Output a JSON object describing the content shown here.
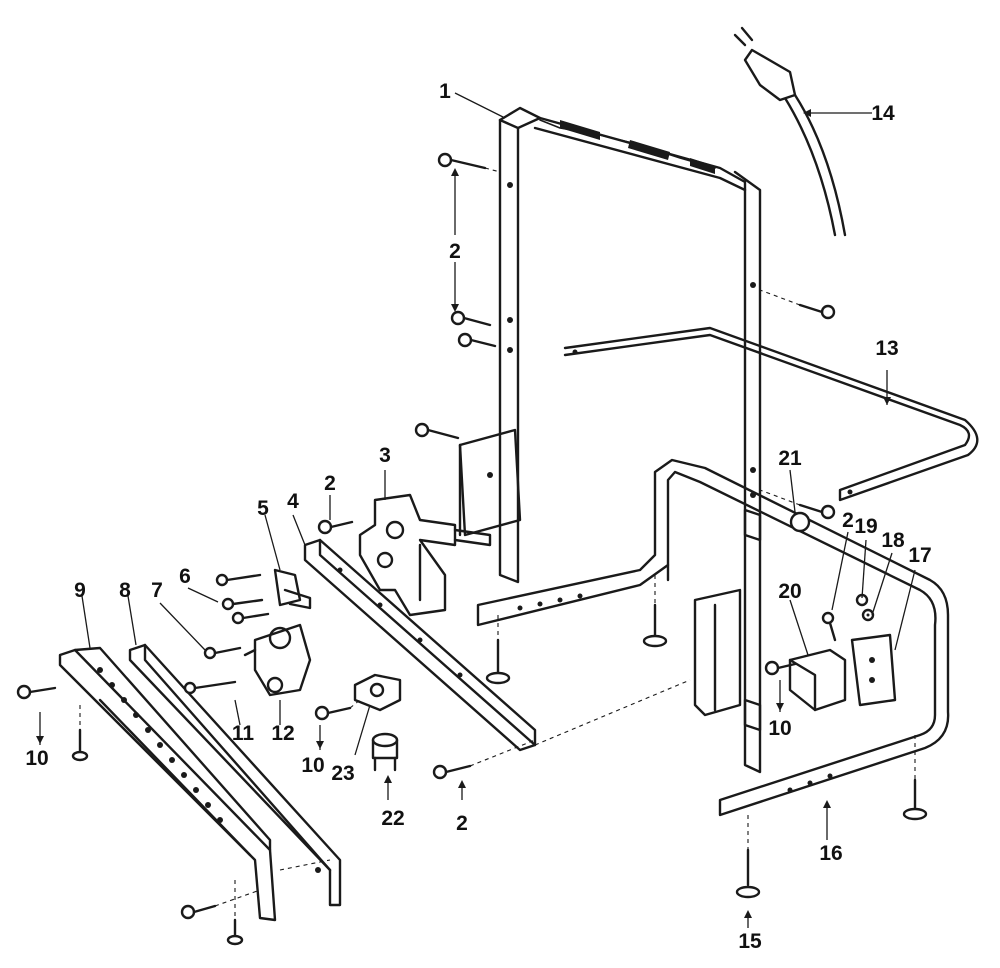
{
  "diagram": {
    "callouts": [
      "1",
      "2",
      "2",
      "2",
      "2",
      "2",
      "3",
      "4",
      "5",
      "6",
      "7",
      "8",
      "9",
      "10",
      "10",
      "10",
      "11",
      "12",
      "13",
      "14",
      "15",
      "16",
      "17",
      "18",
      "19",
      "20",
      "21",
      "22",
      "23"
    ]
  }
}
